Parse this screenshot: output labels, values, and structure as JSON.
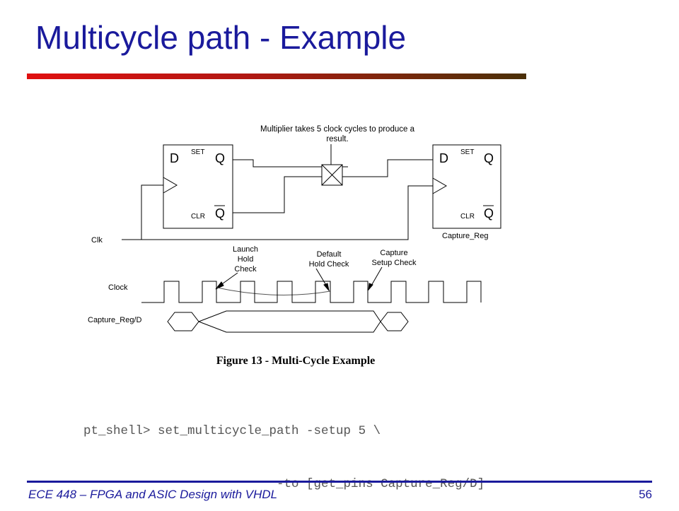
{
  "slide": {
    "title": "Multicycle path - Example",
    "footer": "ECE 448 – FPGA and ASIC Design with VHDL",
    "page_number": "56",
    "colors": {
      "title": "#1a1a9c",
      "accent_bar_start": "#e01010",
      "accent_bar_end": "#4a3008",
      "code": "#555555"
    }
  },
  "diagram": {
    "annotation": [
      "Multiplier takes 5 clock cycles to produce a",
      "result."
    ],
    "ff_left": {
      "d": "D",
      "set": "SET",
      "q": "Q",
      "clr": "CLR",
      "qbar": "Q"
    },
    "ff_right": {
      "d": "D",
      "set": "SET",
      "q": "Q",
      "clr": "CLR",
      "qbar": "Q",
      "name": "Capture_Reg"
    },
    "clk_label": "Clk",
    "launch_label": [
      "Launch",
      "Hold",
      "Check"
    ],
    "default_label": [
      "Default",
      "Hold Check"
    ],
    "capture_label": [
      "Capture",
      "Setup Check"
    ],
    "clock_label": "Clock",
    "data_label": "Capture_Reg/D",
    "caption": "Figure 13 - Multi-Cycle Example"
  },
  "code": {
    "line1": "pt_shell> set_multicycle_path -setup 5 \\",
    "line2": "                          -to [get_pins Capture_Reg/D]"
  }
}
